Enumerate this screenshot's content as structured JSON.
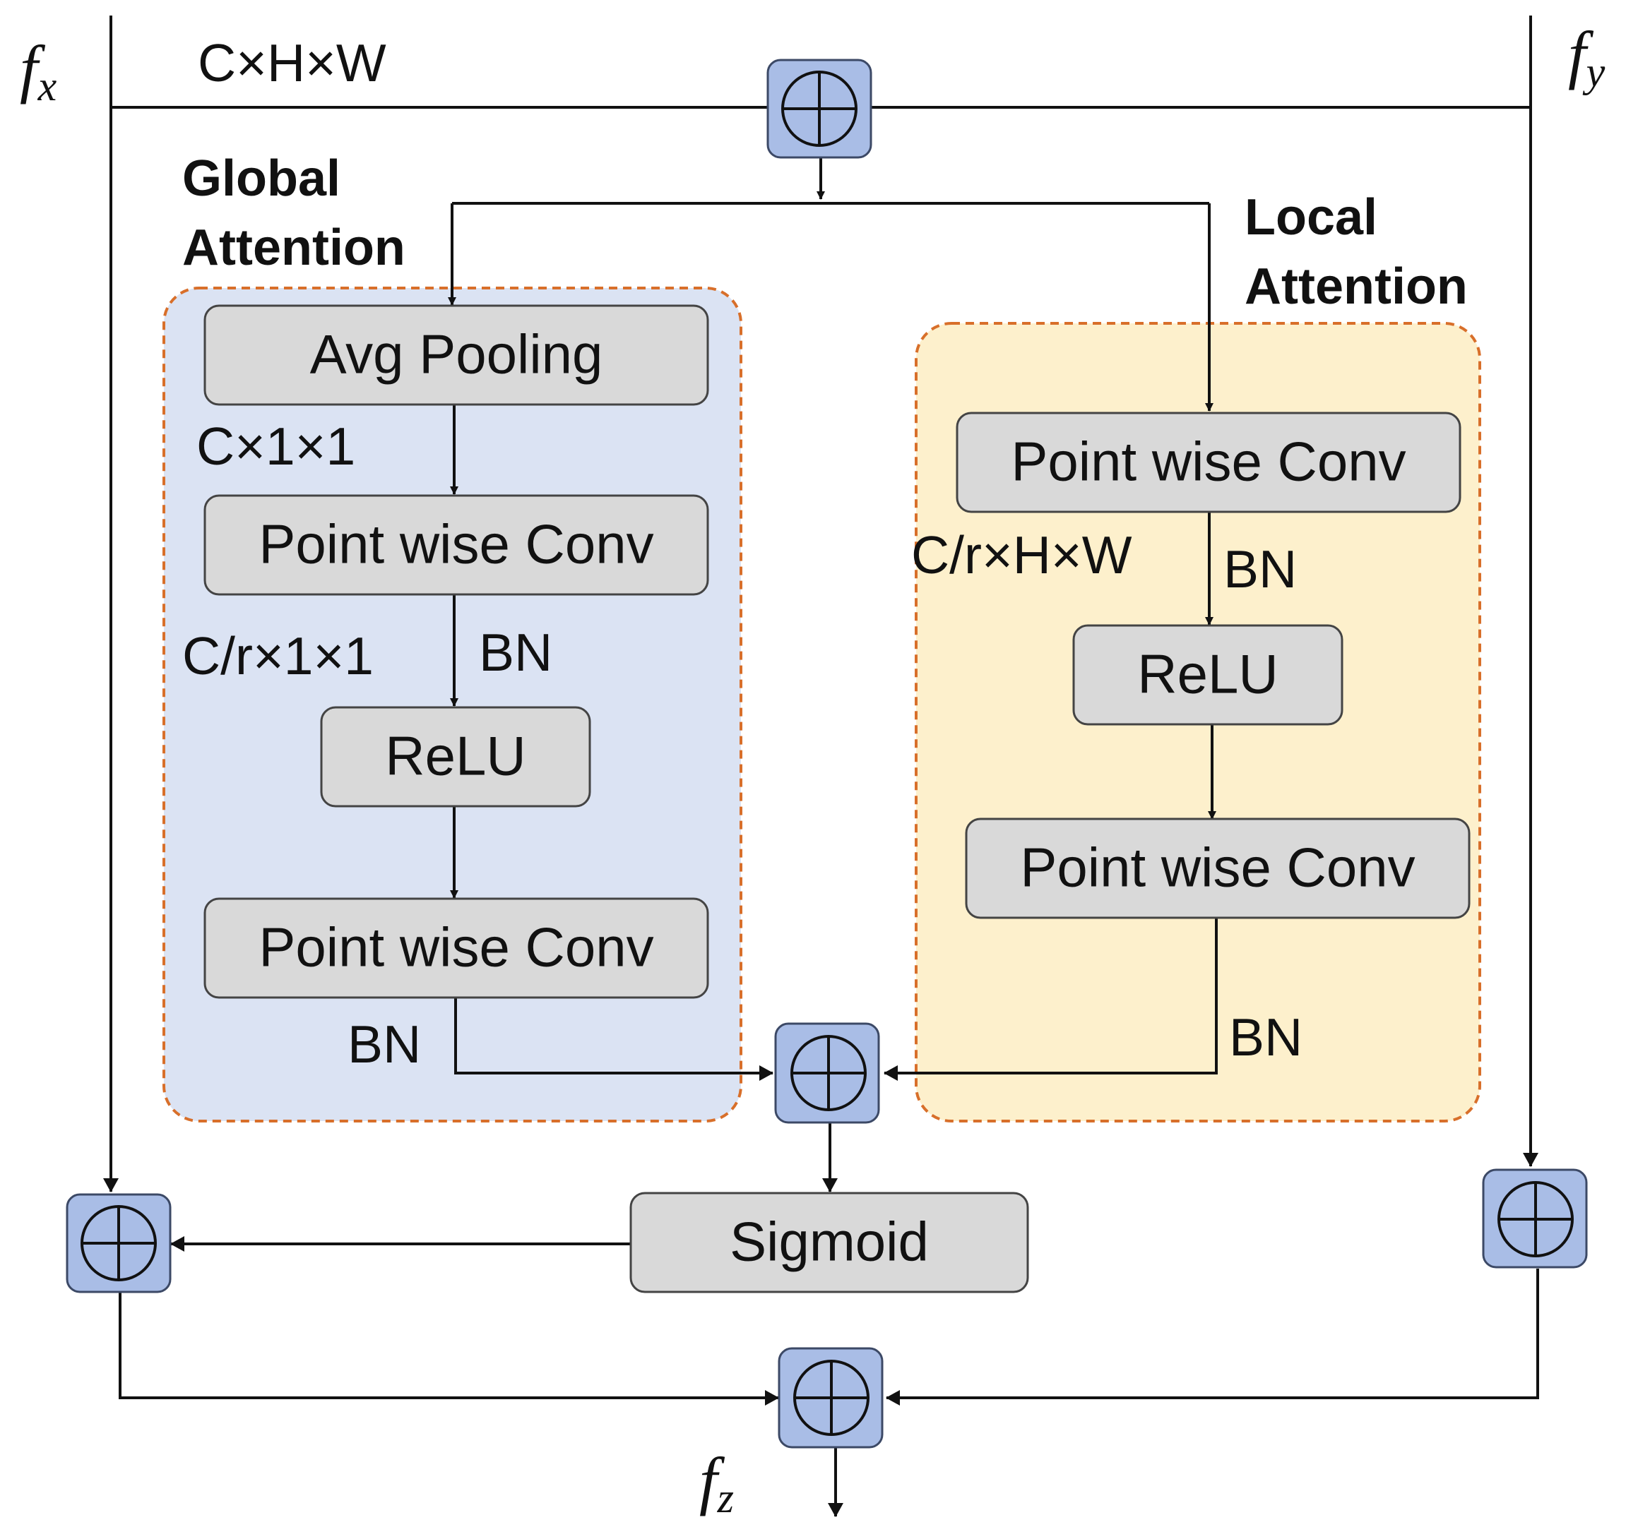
{
  "inputs": {
    "fx": {
      "base": "f",
      "sub": "x"
    },
    "fy": {
      "base": "f",
      "sub": "y"
    },
    "fz": {
      "base": "f",
      "sub": "z"
    }
  },
  "input_shape": "C×H×W",
  "global_attention": {
    "title_line1": "Global",
    "title_line2": "Attention",
    "avg_pool": "Avg Pooling",
    "shape_after_pool": "C×1×1",
    "conv1": "Point wise Conv",
    "shape_after_conv1": "C/r×1×1",
    "bn1": "BN",
    "relu": "ReLU",
    "conv2": "Point wise Conv",
    "bn2": "BN"
  },
  "local_attention": {
    "title_line1": "Local",
    "title_line2": "Attention",
    "conv1": "Point wise Conv",
    "shape_after_conv1": "C/r×H×W",
    "bn1": "BN",
    "relu": "ReLU",
    "conv2": "Point wise Conv",
    "bn2": "BN"
  },
  "sigmoid": "Sigmoid",
  "colors": {
    "global_region": "#dbe3f3",
    "local_region": "#fdf0cc",
    "dashed_border": "#d86f2a",
    "block_fill": "#d9d9d9",
    "sum_node_fill": "#a9bde6",
    "sum_node_border": "#3c4966"
  },
  "icons": {
    "sum_node": "circle-plus-icon"
  }
}
